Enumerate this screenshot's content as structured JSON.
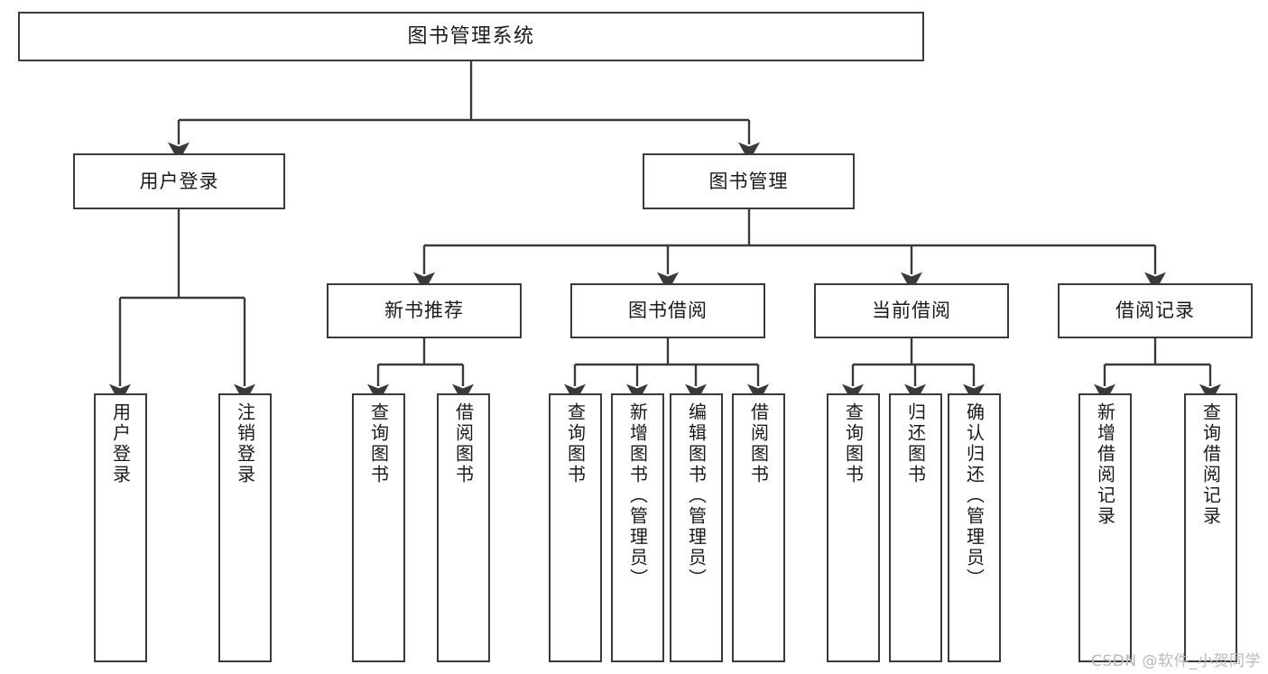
{
  "diagram": {
    "type": "tree",
    "title": "图书管理系统",
    "orientation": "top-down",
    "colors": {
      "box_border": "#3a3a3a",
      "box_fill": "#ffffff",
      "connector": "#3a3a3a",
      "text": "#1a1a1a",
      "watermark": "#b9b9b9"
    },
    "root": {
      "label": "图书管理系统"
    },
    "level2": [
      {
        "label": "用户登录"
      },
      {
        "label": "图书管理"
      }
    ],
    "level3": [
      {
        "label": "新书推荐"
      },
      {
        "label": "图书借阅"
      },
      {
        "label": "当前借阅"
      },
      {
        "label": "借阅记录"
      }
    ],
    "leaves": {
      "user_login": [
        {
          "label": "用户登录"
        },
        {
          "label": "注销登录"
        }
      ],
      "new_book_recommend": [
        {
          "label": "查询图书"
        },
        {
          "label": "借阅图书"
        }
      ],
      "book_borrow": [
        {
          "label": "查询图书"
        },
        {
          "label": "新增图书（管理员）"
        },
        {
          "label": "编辑图书（管理员）"
        },
        {
          "label": "借阅图书"
        }
      ],
      "current_borrow": [
        {
          "label": "查询图书"
        },
        {
          "label": "归还图书"
        },
        {
          "label": "确认归还（管理员）"
        }
      ],
      "borrow_record": [
        {
          "label": "新增借阅记录"
        },
        {
          "label": "查询借阅记录"
        }
      ]
    }
  },
  "watermark": {
    "text": "CSDN @软件_小贺同学"
  }
}
